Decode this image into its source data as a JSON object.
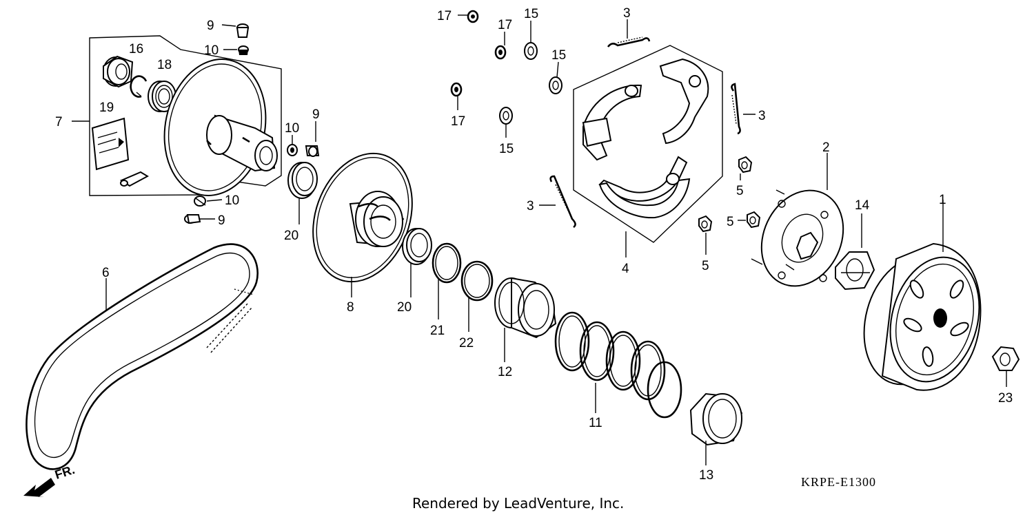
{
  "diagram": {
    "code": "KRPE-E1300",
    "credit": "Rendered by LeadVenture, Inc.",
    "direction_label": "FR.",
    "callouts": {
      "c1": "1",
      "c2": "2",
      "c3a": "3",
      "c3b": "3",
      "c3c": "3",
      "c4": "4",
      "c5a": "5",
      "c5b": "5",
      "c5c": "5",
      "c6": "6",
      "c7": "7",
      "c8": "8",
      "c9a": "9",
      "c9b": "9",
      "c9c": "9",
      "c10a": "10",
      "c10b": "10",
      "c10c": "10",
      "c11": "11",
      "c12": "12",
      "c13": "13",
      "c14": "14",
      "c15a": "15",
      "c15b": "15",
      "c15c": "15",
      "c16": "16",
      "c17a": "17",
      "c17b": "17",
      "c17c": "17",
      "c18": "18",
      "c19": "19",
      "c20a": "20",
      "c20b": "20",
      "c21": "21",
      "c22": "22",
      "c23": "23"
    }
  }
}
